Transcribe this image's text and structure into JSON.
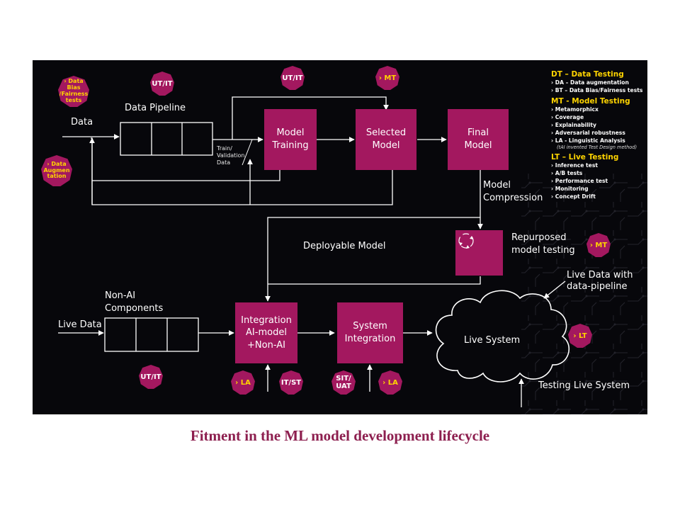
{
  "caption": "Fitment in the ML model development lifecycle",
  "labels": {
    "data": "Data",
    "data_pipeline": "Data Pipeline",
    "train_validation": [
      "Train/",
      "Validation",
      "Data"
    ],
    "model_compression": [
      "Model",
      "Compression"
    ],
    "deployable_model": "Deployable Model",
    "repurposed": [
      "Repurposed",
      "model testing"
    ],
    "live_data_pipeline": [
      "Live Data with",
      "data-pipeline"
    ],
    "non_ai": [
      "Non-AI",
      "Components"
    ],
    "live_data": "Live Data",
    "live_system": "Live System",
    "testing_live_system": "Testing Live System"
  },
  "boxes": {
    "model_training": [
      "Model",
      "Training"
    ],
    "selected_model": [
      "Selected",
      "Model"
    ],
    "final_model": [
      "Final",
      "Model"
    ],
    "integration": [
      "Integration",
      "AI-model",
      "+Non-AI"
    ],
    "system_integration": [
      "System",
      "Integration"
    ]
  },
  "badges": {
    "data_bias": [
      "› Data Bias",
      "/Fairness",
      "tests"
    ],
    "data_augmentation": [
      "› Data",
      "Augmen",
      "tation"
    ],
    "ut_it_1": "UT/IT",
    "ut_it_2": "UT/IT",
    "mt_top": "› MT",
    "mt_right": "› MT",
    "lt": "› LT",
    "ut_it_3": "UT/IT",
    "la_1": "› LA",
    "it_st": "IT/ST",
    "sit_uat": [
      "SIT/",
      "UAT"
    ],
    "la_2": "› LA"
  },
  "legend": {
    "dt_title": "DT – Data Testing",
    "dt_items": [
      "› DA – Data augmentation",
      "› BT – Data Bias/Fairness tests"
    ],
    "mt_title": "MT - Model Testing",
    "mt_items": [
      "› Metamorphicx",
      "› Coverage",
      "› Explainability",
      "› Adversarial robustness",
      "› LA - Linguistic Analysis"
    ],
    "mt_note": "(tAI invented Test Design method)",
    "lt_title": "LT – Live Testing",
    "lt_items": [
      "› Inference test",
      "› A/B tests",
      "› Performance test",
      "› Monitoring",
      "› Concept Drift"
    ]
  },
  "colors": {
    "background": "#07070b",
    "accent": "#a3185f",
    "highlight": "#ffd400",
    "caption": "#8d1f4f"
  }
}
